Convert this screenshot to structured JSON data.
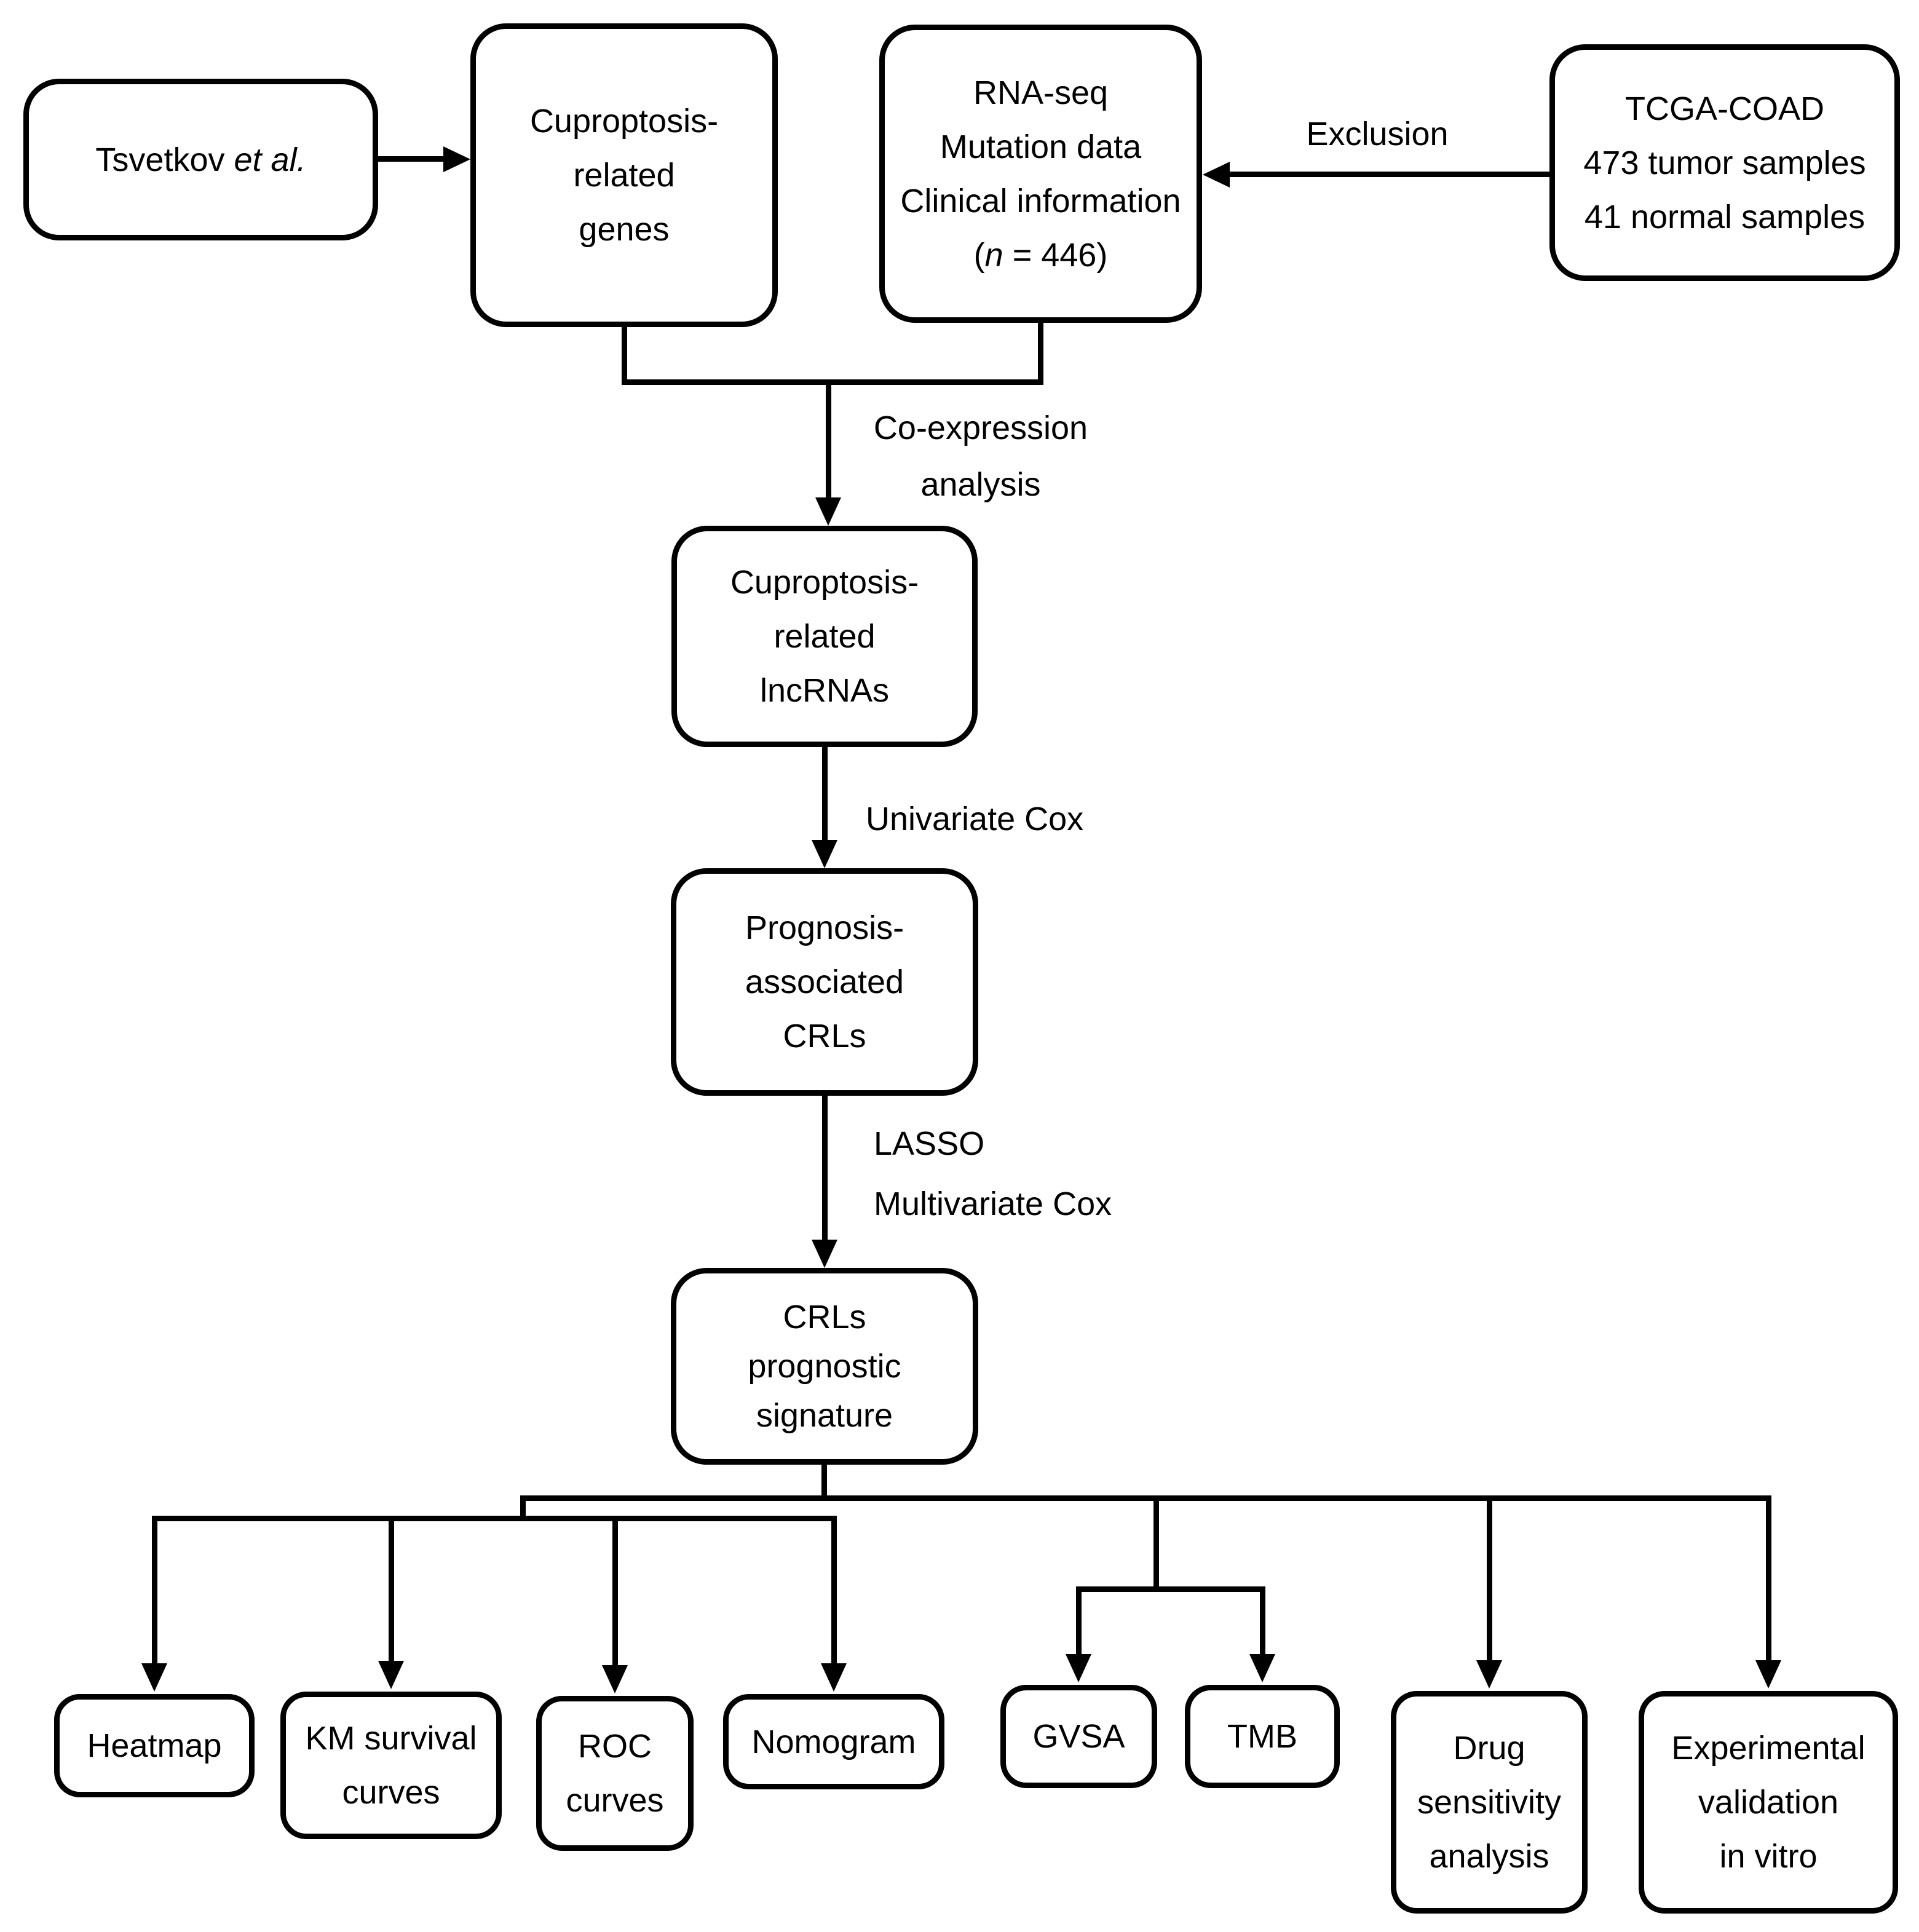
{
  "diagram": {
    "background": "#ffffff",
    "line_color": "#000000"
  },
  "nodes": {
    "tsvetkov": {
      "text_regular": "Tsvetkov ",
      "text_italic": "et al."
    },
    "cuproptosis_genes": {
      "lines": [
        "Cuproptosis-",
        "related",
        "genes"
      ]
    },
    "rna_seq": {
      "lines": [
        "RNA-seq",
        "Mutation data",
        "Clinical information"
      ],
      "n_open": "(",
      "n_italic": "n",
      "n_rest": " = 446)"
    },
    "tcga": {
      "lines": [
        "TCGA-COAD",
        "473 tumor samples",
        "41 normal samples"
      ]
    },
    "lncrnas": {
      "lines": [
        "Cuproptosis-",
        "related",
        "lncRNAs"
      ]
    },
    "prognosis": {
      "lines": [
        "Prognosis-",
        "associated",
        "CRLs"
      ]
    },
    "signature": {
      "lines": [
        "CRLs",
        "prognostic",
        "signature"
      ]
    },
    "heatmap": {
      "lines": [
        "Heatmap"
      ]
    },
    "km": {
      "lines": [
        "KM survival",
        "curves"
      ]
    },
    "roc": {
      "lines": [
        "ROC",
        "curves"
      ]
    },
    "nomogram": {
      "lines": [
        "Nomogram"
      ]
    },
    "gvsa": {
      "lines": [
        "GVSA"
      ]
    },
    "tmb": {
      "lines": [
        "TMB"
      ]
    },
    "drug": {
      "lines": [
        "Drug",
        "sensitivity",
        "analysis"
      ]
    },
    "experimental": {
      "lines": [
        "Experimental",
        "validation",
        "in vitro"
      ]
    }
  },
  "edge_labels": {
    "exclusion": "Exclusion",
    "coexpression_line1": "Co-expression",
    "coexpression_line2": "analysis",
    "univariate": "Univariate Cox",
    "lasso": "LASSO",
    "multivariate": "Multivariate Cox"
  }
}
